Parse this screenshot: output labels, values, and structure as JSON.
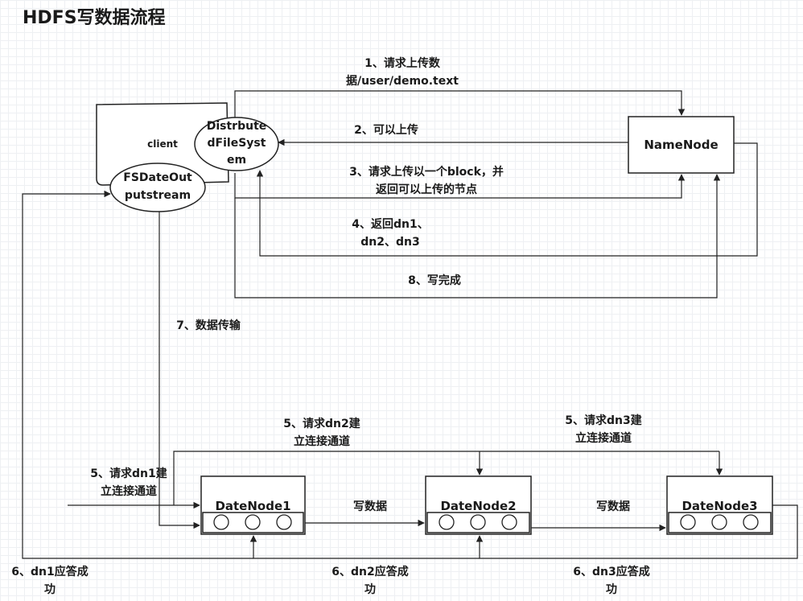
{
  "title": "HDFS写数据流程",
  "client": {
    "label": "client",
    "dfs": "Distrbute\ndFileSyst\nem",
    "fsout": "FSDateOut\nputstream"
  },
  "namenode": "NameNode",
  "datanodes": [
    "DateNode1",
    "DateNode2",
    "DateNode3"
  ],
  "steps": {
    "s1": "1、请求上传数\n据/user/demo.text",
    "s2": "2、可以上传",
    "s3": "3、请求上传以一个block，并\n返回可以上传的节点",
    "s4": "4、返回dn1、\ndn2、dn3",
    "s8": "8、写完成",
    "s7": "7、数据传输",
    "s5_dn1": "5、请求dn1建\n立连接通道",
    "s5_dn2": "5、请求dn2建\n立连接通道",
    "s5_dn3": "5、请求dn3建\n立连接通道",
    "write1": "写数据",
    "write2": "写数据",
    "s6_dn1": "6、dn1应答成\n功",
    "s6_dn2": "6、dn2应答成\n功",
    "s6_dn3": "6、dn3应答成\n功"
  }
}
